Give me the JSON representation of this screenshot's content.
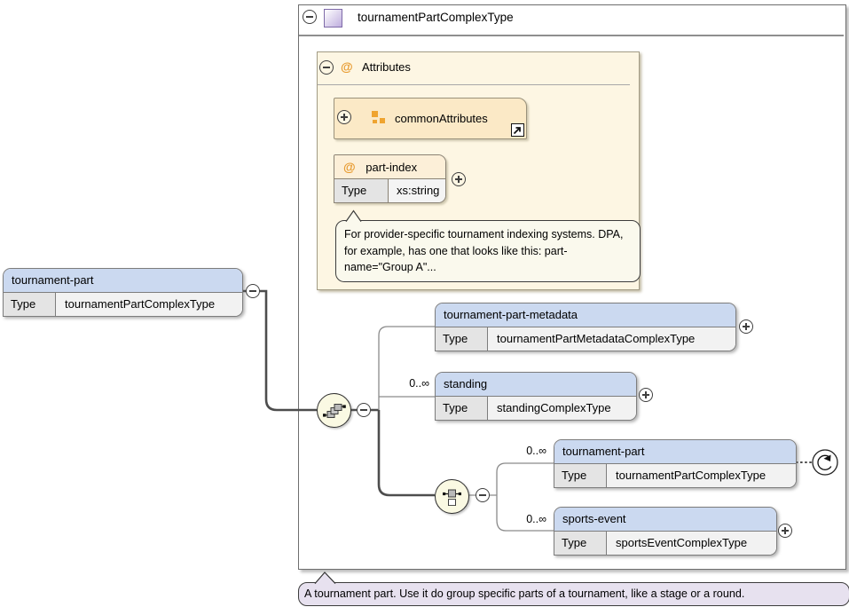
{
  "root": {
    "title": "tournamentPartComplexType"
  },
  "attributes": {
    "header": {
      "at": "@",
      "label": "Attributes"
    },
    "common_attributes": {
      "label": "commonAttributes"
    },
    "part_index": {
      "at": "@",
      "name": "part-index",
      "type_label": "Type",
      "type_value": "xs:string",
      "documentation": "For provider-specific tournament indexing systems. DPA, for example, has one that looks like this: part-name=\"Group A\"..."
    }
  },
  "source_element": {
    "name": "tournament-part",
    "type_label": "Type",
    "type_value": "tournamentPartComplexType"
  },
  "sequence_children": [
    {
      "name": "tournament-part-metadata",
      "type_label": "Type",
      "type_value": "tournamentPartMetadataComplexType",
      "cardinality": ""
    },
    {
      "name": "standing",
      "type_label": "Type",
      "type_value": "standingComplexType",
      "cardinality": "0..∞"
    }
  ],
  "choice_children": [
    {
      "name": "tournament-part",
      "type_label": "Type",
      "type_value": "tournamentPartComplexType",
      "cardinality": "0..∞",
      "recursive": true
    },
    {
      "name": "sports-event",
      "type_label": "Type",
      "type_value": "sportsEventComplexType",
      "cardinality": "0..∞"
    }
  ],
  "annotation": {
    "text": "A tournament part. Use it do group specific parts of a tournament, like a stage or a round."
  },
  "icons": {
    "collapse": "minus-circle-icon",
    "expand": "plus-circle-icon",
    "complex_type": "complex-type-icon",
    "attribute": "at-icon",
    "attribute_group": "attribute-group-icon",
    "external_reference": "external-reference-arrow-icon",
    "sequence": "sequence-compositor-icon",
    "choice": "choice-compositor-icon",
    "recursion": "recursive-reference-icon"
  },
  "colors": {
    "element_header": "#cbd9f0",
    "attr_panel_bg": "#fdf6e3",
    "attr_box_bg": "#fbe9c6",
    "orange_accent": "#e79a2e",
    "annotation_bg": "#e7e1ef",
    "compositor_bg": "#faf9e3"
  }
}
